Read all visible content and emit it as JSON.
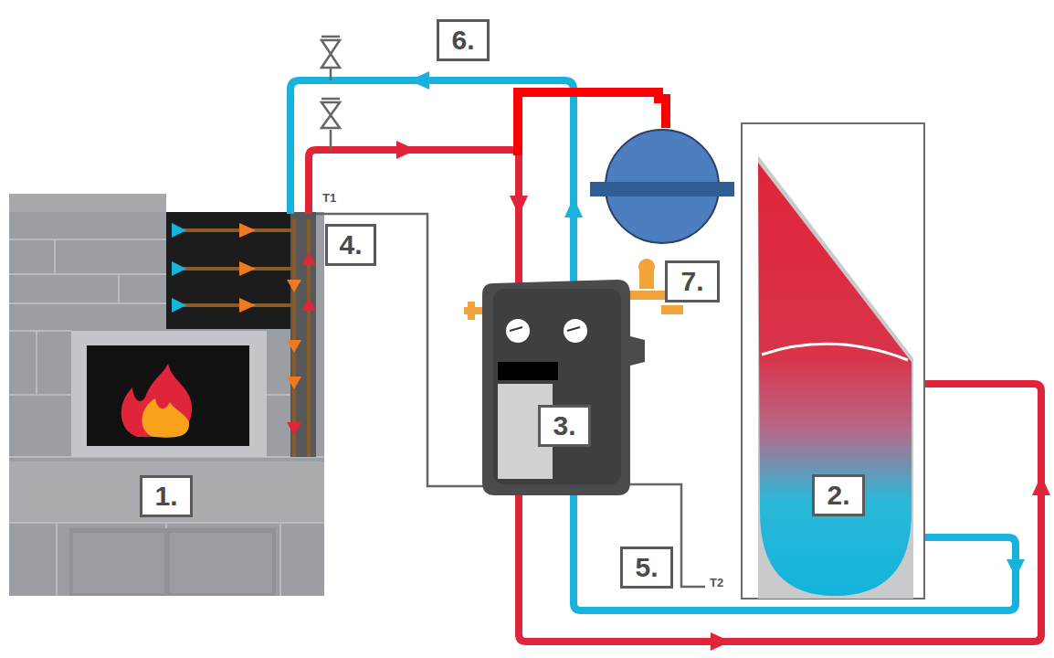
{
  "diagram": {
    "nodes": [
      {
        "text": [
          "6."
        ]
      },
      {
        "text": [
          "4."
        ]
      },
      {
        "text": [
          "7."
        ]
      },
      {
        "text": [
          "3."
        ]
      },
      {
        "text": [
          "1."
        ]
      },
      {
        "text": [
          "2."
        ]
      },
      {
        "text": [
          "5."
        ]
      }
    ],
    "labels": [
      "T1",
      "T2"
    ]
  }
}
